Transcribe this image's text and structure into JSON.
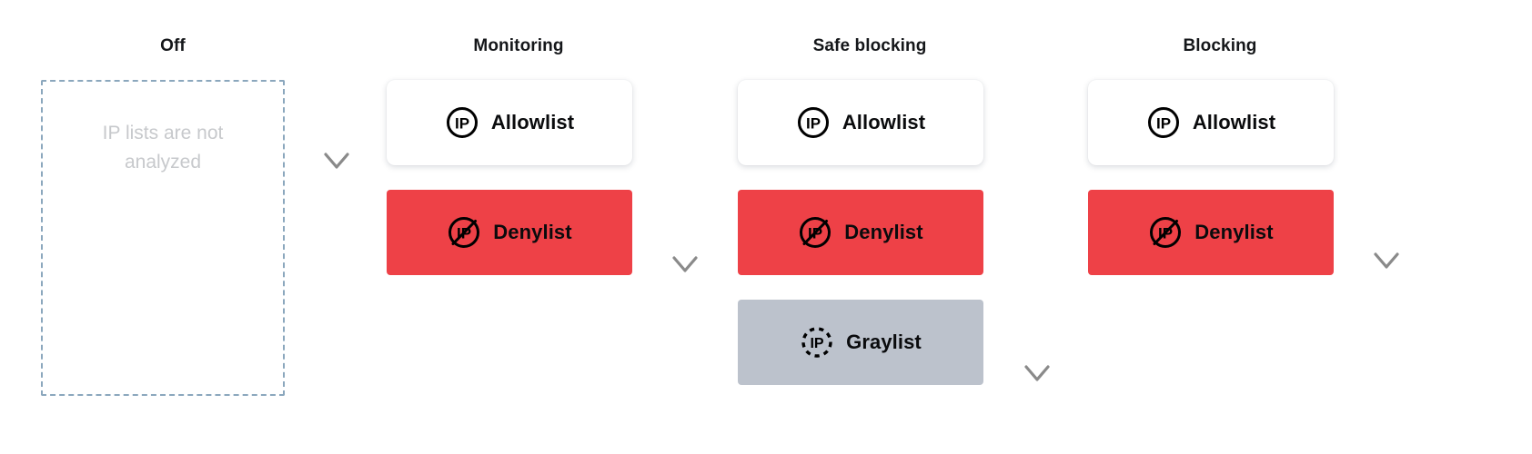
{
  "diagram": {
    "title_row": [
      "Off",
      "Monitoring",
      "Safe blocking",
      "Blocking"
    ],
    "colors": {
      "denylist_red": "#ee4147",
      "graylist_gray": "#bcc2cc",
      "allowlist_white": "#ffffff",
      "dashed_border": "#8ba7bd",
      "placeholder_text": "#c7c9cc",
      "arrow_top": "#000000",
      "arrow_bottom": "#8a8a8a"
    },
    "columns": [
      {
        "id": "off",
        "title": "Off",
        "empty": true,
        "empty_text": "IP lists are not analyzed",
        "cards": []
      },
      {
        "id": "monitoring",
        "title": "Monitoring",
        "empty": false,
        "cards": [
          {
            "label": "Allowlist",
            "icon": "ip-circle-icon",
            "style": "allow"
          },
          {
            "label": "Denylist",
            "icon": "ip-circle-slash-icon",
            "style": "deny"
          }
        ]
      },
      {
        "id": "safe-blocking",
        "title": "Safe blocking",
        "empty": false,
        "cards": [
          {
            "label": "Allowlist",
            "icon": "ip-circle-icon",
            "style": "allow"
          },
          {
            "label": "Denylist",
            "icon": "ip-circle-slash-icon",
            "style": "deny"
          },
          {
            "label": "Graylist",
            "icon": "ip-circle-dashed-icon",
            "style": "gray"
          }
        ]
      },
      {
        "id": "blocking",
        "title": "Blocking",
        "empty": false,
        "cards": [
          {
            "label": "Allowlist",
            "icon": "ip-circle-icon",
            "style": "allow"
          },
          {
            "label": "Denylist",
            "icon": "ip-circle-slash-icon",
            "style": "deny"
          }
        ]
      }
    ],
    "arrows": [
      {
        "id": "arrow-off-to-monitoring",
        "length": 98
      },
      {
        "id": "arrow-monitoring-to-safe",
        "length": 220
      },
      {
        "id": "arrow-safe-to-blocking",
        "length": 340
      },
      {
        "id": "arrow-blocking-out",
        "length": 215
      }
    ]
  }
}
